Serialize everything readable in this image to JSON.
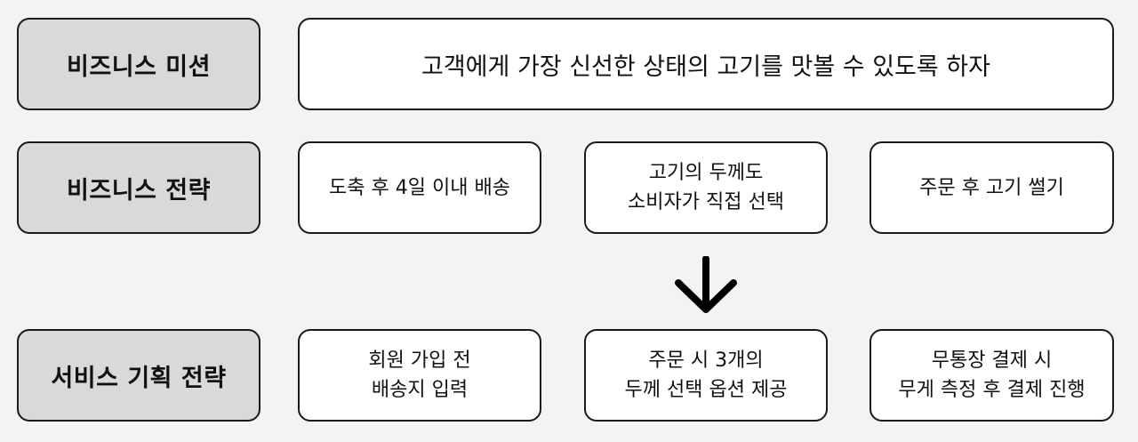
{
  "rows": {
    "mission": {
      "label": "비즈니스 미션",
      "text": "고객에게 가장 신선한 상태의 고기를 맛볼 수 있도록 하자"
    },
    "strategy": {
      "label": "비즈니스 전략",
      "items": [
        {
          "line1": "도축 후 4일 이내 배송",
          "line2": ""
        },
        {
          "line1": "고기의 두께도",
          "line2": "소비자가 직접 선택"
        },
        {
          "line1": "주문 후 고기 썰기",
          "line2": ""
        }
      ]
    },
    "service": {
      "label": "서비스 기획 전략",
      "items": [
        {
          "line1": "회원 가입 전",
          "line2": "배송지 입력"
        },
        {
          "line1": "주문 시 3개의",
          "line2": "두께 선택 옵션 제공"
        },
        {
          "line1": "무통장 결제 시",
          "line2": "무게 측정 후 결제 진행"
        }
      ]
    }
  },
  "arrow_icon": "down-arrow-icon"
}
